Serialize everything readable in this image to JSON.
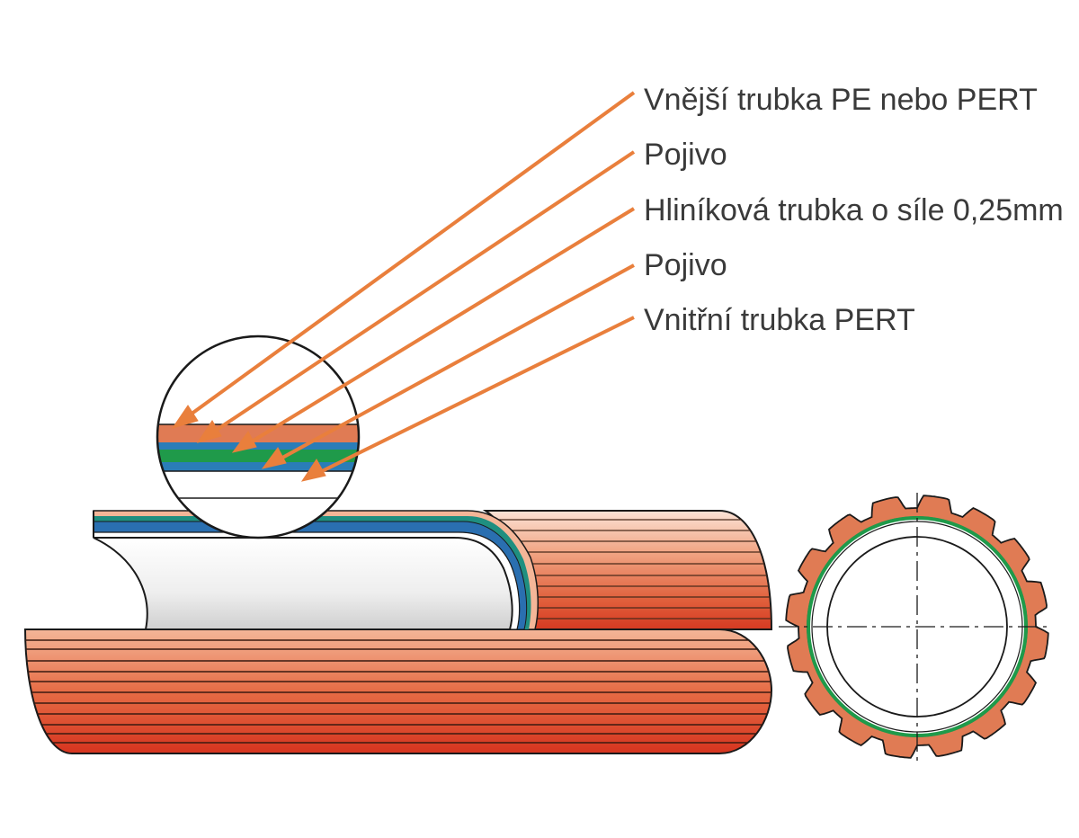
{
  "labels": [
    "Vnější trubka PE nebo PERT",
    "Pojivo",
    "Hliníková trubka o síle 0,25mm",
    "Pojivo",
    "Vnitřní trubka PERT"
  ],
  "colors": {
    "arrow": "#e97f3c",
    "outer_pe": "#e07b54",
    "adhesive": "#2a7db8",
    "aluminium": "#1f9a4a",
    "inner_pert": "#ffffff",
    "outline": "#1a1a1a",
    "text": "#3a3a3a"
  }
}
